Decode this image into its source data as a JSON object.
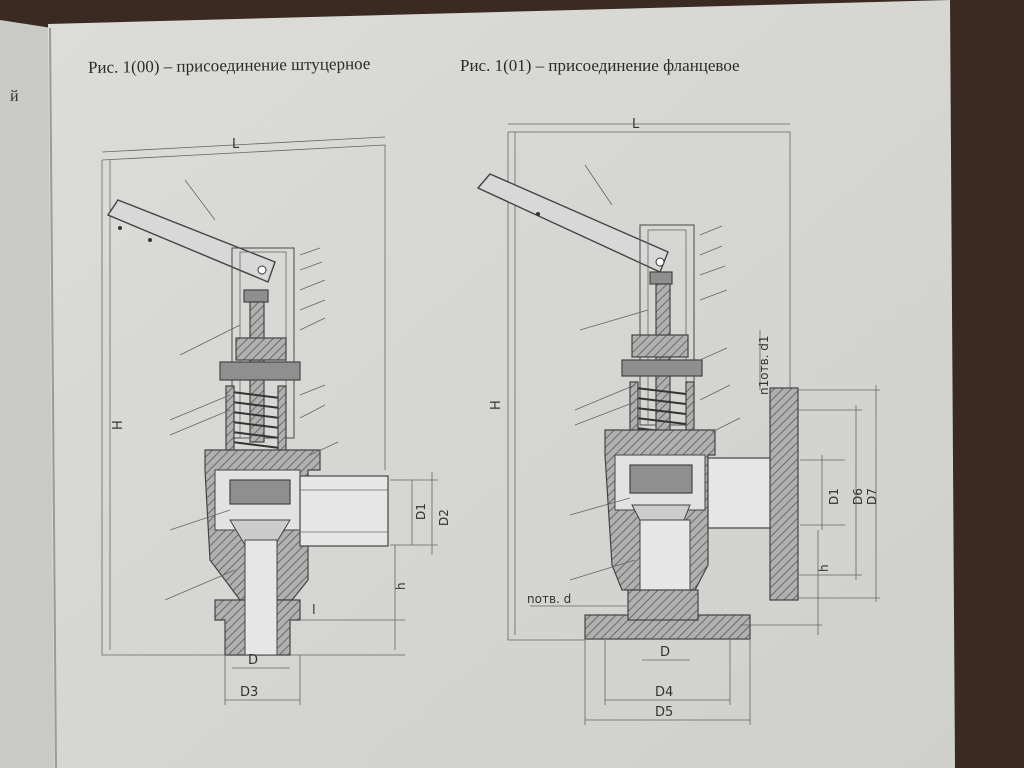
{
  "page": {
    "stray_char": "й"
  },
  "figures": [
    {
      "caption": "Рис. 1(00) – присоединение штуцерное",
      "labels": {
        "L": "L",
        "H": "H",
        "D1": "D1",
        "D2": "D2",
        "h": "h",
        "l": "l",
        "D": "D",
        "D3": "D3"
      }
    },
    {
      "caption": "Рис. 1(01) – присоединение фланцевое",
      "labels": {
        "L": "L",
        "H": "H",
        "n1_nomd_d1": "n1отв. d1",
        "nomd_d": "nотв. d",
        "D1": "D1",
        "D6": "D6",
        "D7": "D7",
        "h": "h",
        "D": "D",
        "D4": "D4",
        "D5": "D5"
      }
    }
  ]
}
